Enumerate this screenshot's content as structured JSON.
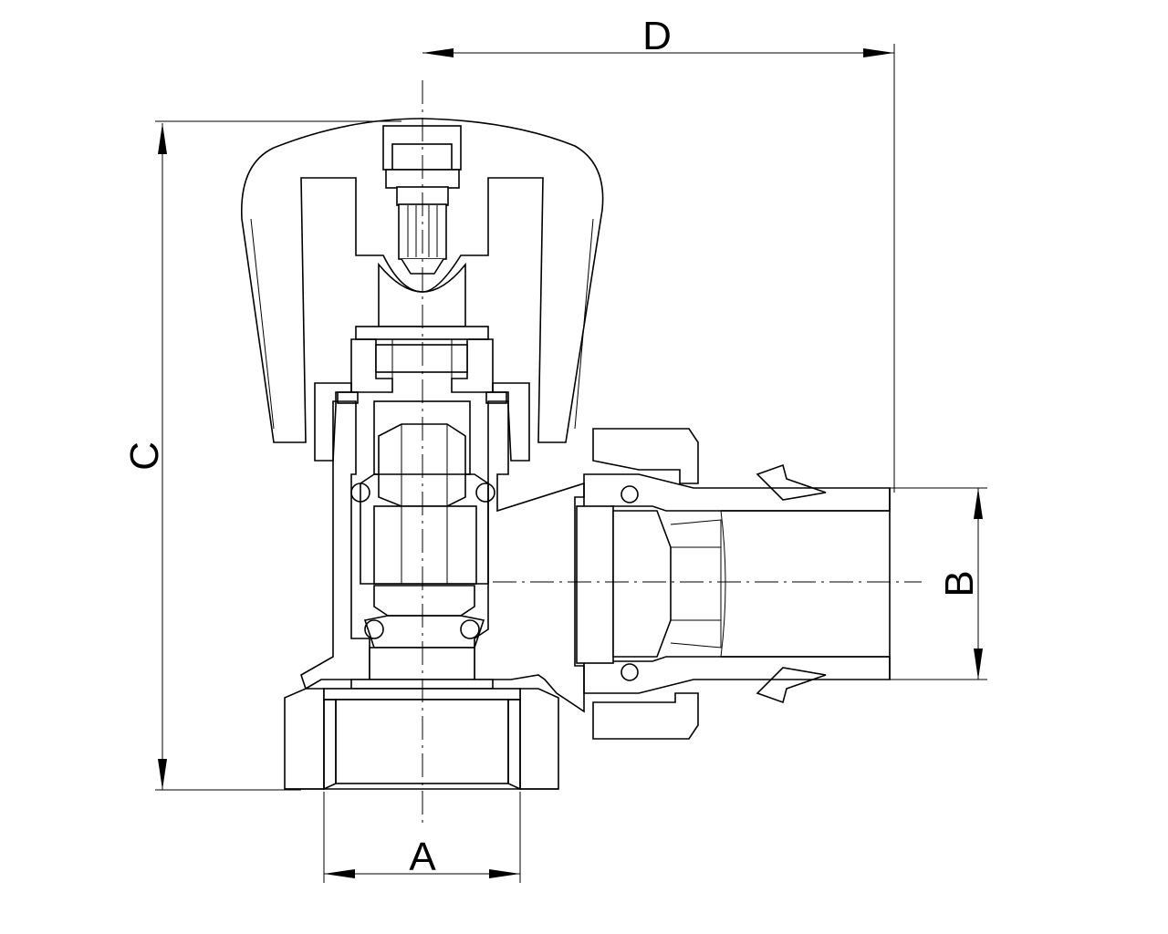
{
  "diagram": {
    "dimensions": [
      {
        "id": "A",
        "label": "A"
      },
      {
        "id": "B",
        "label": "B"
      },
      {
        "id": "C",
        "label": "C"
      },
      {
        "id": "D",
        "label": "D"
      }
    ]
  }
}
